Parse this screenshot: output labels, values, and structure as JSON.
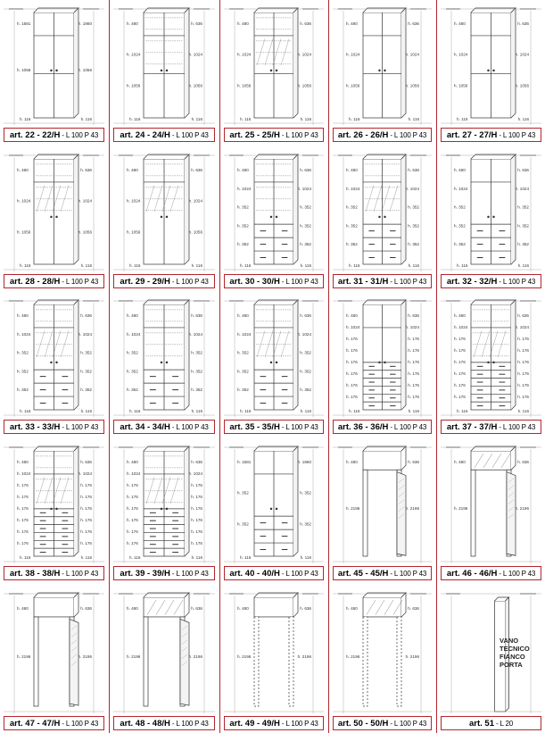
{
  "catalog": {
    "accent_color": "#b3262e",
    "rows": [
      [
        {
          "code": "art. 22 - 22/H",
          "dims": "- L 100 P 43",
          "type": "tall-doors",
          "dim_left": [
            "h. 1581",
            "h. 1056"
          ],
          "dim_right": [
            "h. 1860",
            "h. 1056"
          ],
          "base": "h. 116"
        },
        {
          "code": "art. 24 - 24/H",
          "dims": "- L 100 P 43",
          "type": "tall-doors-shelves",
          "dim_left": [
            "h. 480",
            "h. 1024",
            "h. 1056"
          ],
          "dim_right": [
            "h. 636",
            "h. 1024",
            "h. 1056"
          ],
          "base": "h. 116"
        },
        {
          "code": "art. 25 - 25/H",
          "dims": "- L 100 P 43",
          "type": "glass-doors",
          "dim_left": [
            "h. 480",
            "h. 1024",
            "h. 1056"
          ],
          "dim_right": [
            "h. 636",
            "h. 1024",
            "h. 1056"
          ],
          "base": "h. 116"
        },
        {
          "code": "art. 26 - 26/H",
          "dims": "- L 100 P 43",
          "type": "tall-doors-split",
          "dim_left": [
            "h. 480",
            "h. 1024",
            "h. 1056"
          ],
          "dim_right": [
            "h. 636",
            "h. 1024",
            "h. 1056"
          ],
          "base": "h. 116"
        },
        {
          "code": "art. 27 - 27/H",
          "dims": "- L 100 P 43",
          "type": "tall-doors-split",
          "dim_left": [
            "h. 480",
            "h. 1024",
            "h. 1056"
          ],
          "dim_right": [
            "h. 636",
            "h. 1024",
            "h. 1056"
          ],
          "base": "h. 116"
        }
      ],
      [
        {
          "code": "art. 28 - 28/H",
          "dims": "- L 100 P 43",
          "type": "open-glass-mid",
          "dim_left": [
            "h. 480",
            "h. 1024",
            "h. 1056"
          ],
          "dim_right": [
            "h. 636",
            "h. 1024",
            "h. 1056"
          ],
          "base": "h. 116"
        },
        {
          "code": "art. 29 - 29/H",
          "dims": "- L 100 P 43",
          "type": "open-glass-mid",
          "dim_left": [
            "h. 480",
            "h. 1024",
            "h. 1056"
          ],
          "dim_right": [
            "h. 636",
            "h. 1024",
            "h. 1056"
          ],
          "base": "h. 116"
        },
        {
          "code": "art. 30 - 30/H",
          "dims": "- L 100 P 43",
          "type": "shelves-drawers",
          "dim_left": [
            "h. 480",
            "h. 1024",
            "h. 352",
            "h. 352",
            "h. 352"
          ],
          "dim_right": [
            "h. 636",
            "h. 1024",
            "h. 352",
            "h. 352",
            "h. 352"
          ],
          "base": "h. 116"
        },
        {
          "code": "art. 31 - 31/H",
          "dims": "- L 100 P 43",
          "type": "glass-drawers",
          "dim_left": [
            "h. 480",
            "h. 1024",
            "h. 352",
            "h. 352",
            "h. 352"
          ],
          "dim_right": [
            "h. 636",
            "h. 1024",
            "h. 352",
            "h. 352",
            "h. 352"
          ],
          "base": "h. 116"
        },
        {
          "code": "art. 32 - 32/H",
          "dims": "- L 100 P 43",
          "type": "doors-drawers",
          "dim_left": [
            "h. 480",
            "h. 1024",
            "h. 352",
            "h. 352",
            "h. 352"
          ],
          "dim_right": [
            "h. 636",
            "h. 1024",
            "h. 352",
            "h. 352",
            "h. 352"
          ],
          "base": "h. 116"
        }
      ],
      [
        {
          "code": "art. 33 - 33/H",
          "dims": "- L 100 P 43",
          "type": "glass-drawers",
          "dim_left": [
            "h. 480",
            "h. 1024",
            "h. 352",
            "h. 352",
            "h. 352"
          ],
          "dim_right": [
            "h. 636",
            "h. 1024",
            "h. 352",
            "h. 352",
            "h. 352"
          ],
          "base": "h. 116"
        },
        {
          "code": "art. 34 - 34/H",
          "dims": "- L 100 P 43",
          "type": "shelves-drawers",
          "dim_left": [
            "h. 480",
            "h. 1024",
            "h. 352",
            "h. 352",
            "h. 352"
          ],
          "dim_right": [
            "h. 636",
            "h. 1024",
            "h. 352",
            "h. 352",
            "h. 352"
          ],
          "base": "h. 116"
        },
        {
          "code": "art. 35 - 35/H",
          "dims": "- L 100 P 43",
          "type": "glass-drawers",
          "dim_left": [
            "h. 480",
            "h. 1024",
            "h. 352",
            "h. 352",
            "h. 352"
          ],
          "dim_right": [
            "h. 636",
            "h. 1024",
            "h. 352",
            "h. 352",
            "h. 352"
          ],
          "base": "h. 116"
        },
        {
          "code": "art. 36 - 36/H",
          "dims": "- L 100 P 43",
          "type": "doors-many-drawers",
          "dim_left": [
            "h. 480",
            "h. 1024",
            "h. 176",
            "h. 176",
            "h. 176",
            "h. 176",
            "h. 176",
            "h. 176"
          ],
          "dim_right": [
            "h. 636",
            "h. 1024",
            "h. 176",
            "h. 176",
            "h. 176",
            "h. 176",
            "h. 176",
            "h. 176"
          ],
          "base": "h. 116"
        },
        {
          "code": "art. 37 - 37/H",
          "dims": "- L 100 P 43",
          "type": "glass-many-drawers",
          "dim_left": [
            "h. 480",
            "h. 1024",
            "h. 176",
            "h. 176",
            "h. 176",
            "h. 176",
            "h. 176",
            "h. 176"
          ],
          "dim_right": [
            "h. 636",
            "h. 1024",
            "h. 176",
            "h. 176",
            "h. 176",
            "h. 176",
            "h. 176",
            "h. 176"
          ],
          "base": "h. 116"
        }
      ],
      [
        {
          "code": "art. 38 - 38/H",
          "dims": "- L 100 P 43",
          "type": "glass-many-drawers",
          "dim_left": [
            "h. 480",
            "h. 1024",
            "h. 176",
            "h. 176",
            "h. 176",
            "h. 176",
            "h. 176",
            "h. 176"
          ],
          "dim_right": [
            "h. 636",
            "h. 1024",
            "h. 176",
            "h. 176",
            "h. 176",
            "h. 176",
            "h. 176",
            "h. 176"
          ],
          "base": "h. 116"
        },
        {
          "code": "art. 39 - 39/H",
          "dims": "- L 100 P 43",
          "type": "glass-many-drawers",
          "dim_left": [
            "h. 480",
            "h. 1024",
            "h. 176",
            "h. 176",
            "h. 176",
            "h. 176",
            "h. 176",
            "h. 176"
          ],
          "dim_right": [
            "h. 636",
            "h. 1024",
            "h. 176",
            "h. 176",
            "h. 176",
            "h. 176",
            "h. 176",
            "h. 176"
          ],
          "base": "h. 116"
        },
        {
          "code": "art. 40 - 40/H",
          "dims": "- L 100 P 43",
          "type": "doors-drawers",
          "dim_left": [
            "h. 1581",
            "h. 352",
            "h. 352"
          ],
          "dim_right": [
            "h. 1860",
            "h. 352",
            "h. 352"
          ],
          "base": "h. 116"
        },
        {
          "code": "art. 45 - 45/H",
          "dims": "- L 100 P 43",
          "type": "frame-door",
          "dim_left": [
            "h. 480",
            "h. 2196"
          ],
          "dim_right": [
            "h. 636",
            "h. 2196"
          ],
          "base": ""
        },
        {
          "code": "art. 46 - 46/H",
          "dims": "- L 100 P 43",
          "type": "frame-glass-door",
          "dim_left": [
            "h. 480",
            "h. 2196"
          ],
          "dim_right": [
            "h. 636",
            "h. 2196"
          ],
          "base": ""
        }
      ],
      [
        {
          "code": "art. 47 - 47/H",
          "dims": "- L 100 P 43",
          "type": "frame-door",
          "dim_left": [
            "h. 480",
            "h. 2196"
          ],
          "dim_right": [
            "h. 636",
            "h. 2196"
          ],
          "base": ""
        },
        {
          "code": "art. 48 - 48/H",
          "dims": "- L 100 P 43",
          "type": "frame-glass-door",
          "dim_left": [
            "h. 480",
            "h. 2196"
          ],
          "dim_right": [
            "h. 636",
            "h. 2196"
          ],
          "base": ""
        },
        {
          "code": "art. 49 - 49/H",
          "dims": "- L 100 P 43",
          "type": "frame-dashed",
          "dim_left": [
            "h. 480",
            "h. 2196"
          ],
          "dim_right": [
            "h. 636",
            "h. 2196"
          ],
          "base": ""
        },
        {
          "code": "art. 50 - 50/H",
          "dims": "- L 100 P 43",
          "type": "frame-glass-dashed",
          "dim_left": [
            "h. 480",
            "h. 2196"
          ],
          "dim_right": [
            "h. 636",
            "h. 2196"
          ],
          "base": ""
        },
        {
          "code": "art. 51",
          "dims": "- L 20",
          "type": "side-panel",
          "dim_left": [],
          "dim_right": [],
          "base": "",
          "note": [
            "VANO",
            "TECNICO",
            "FIANCO",
            "PORTA"
          ]
        }
      ]
    ]
  }
}
